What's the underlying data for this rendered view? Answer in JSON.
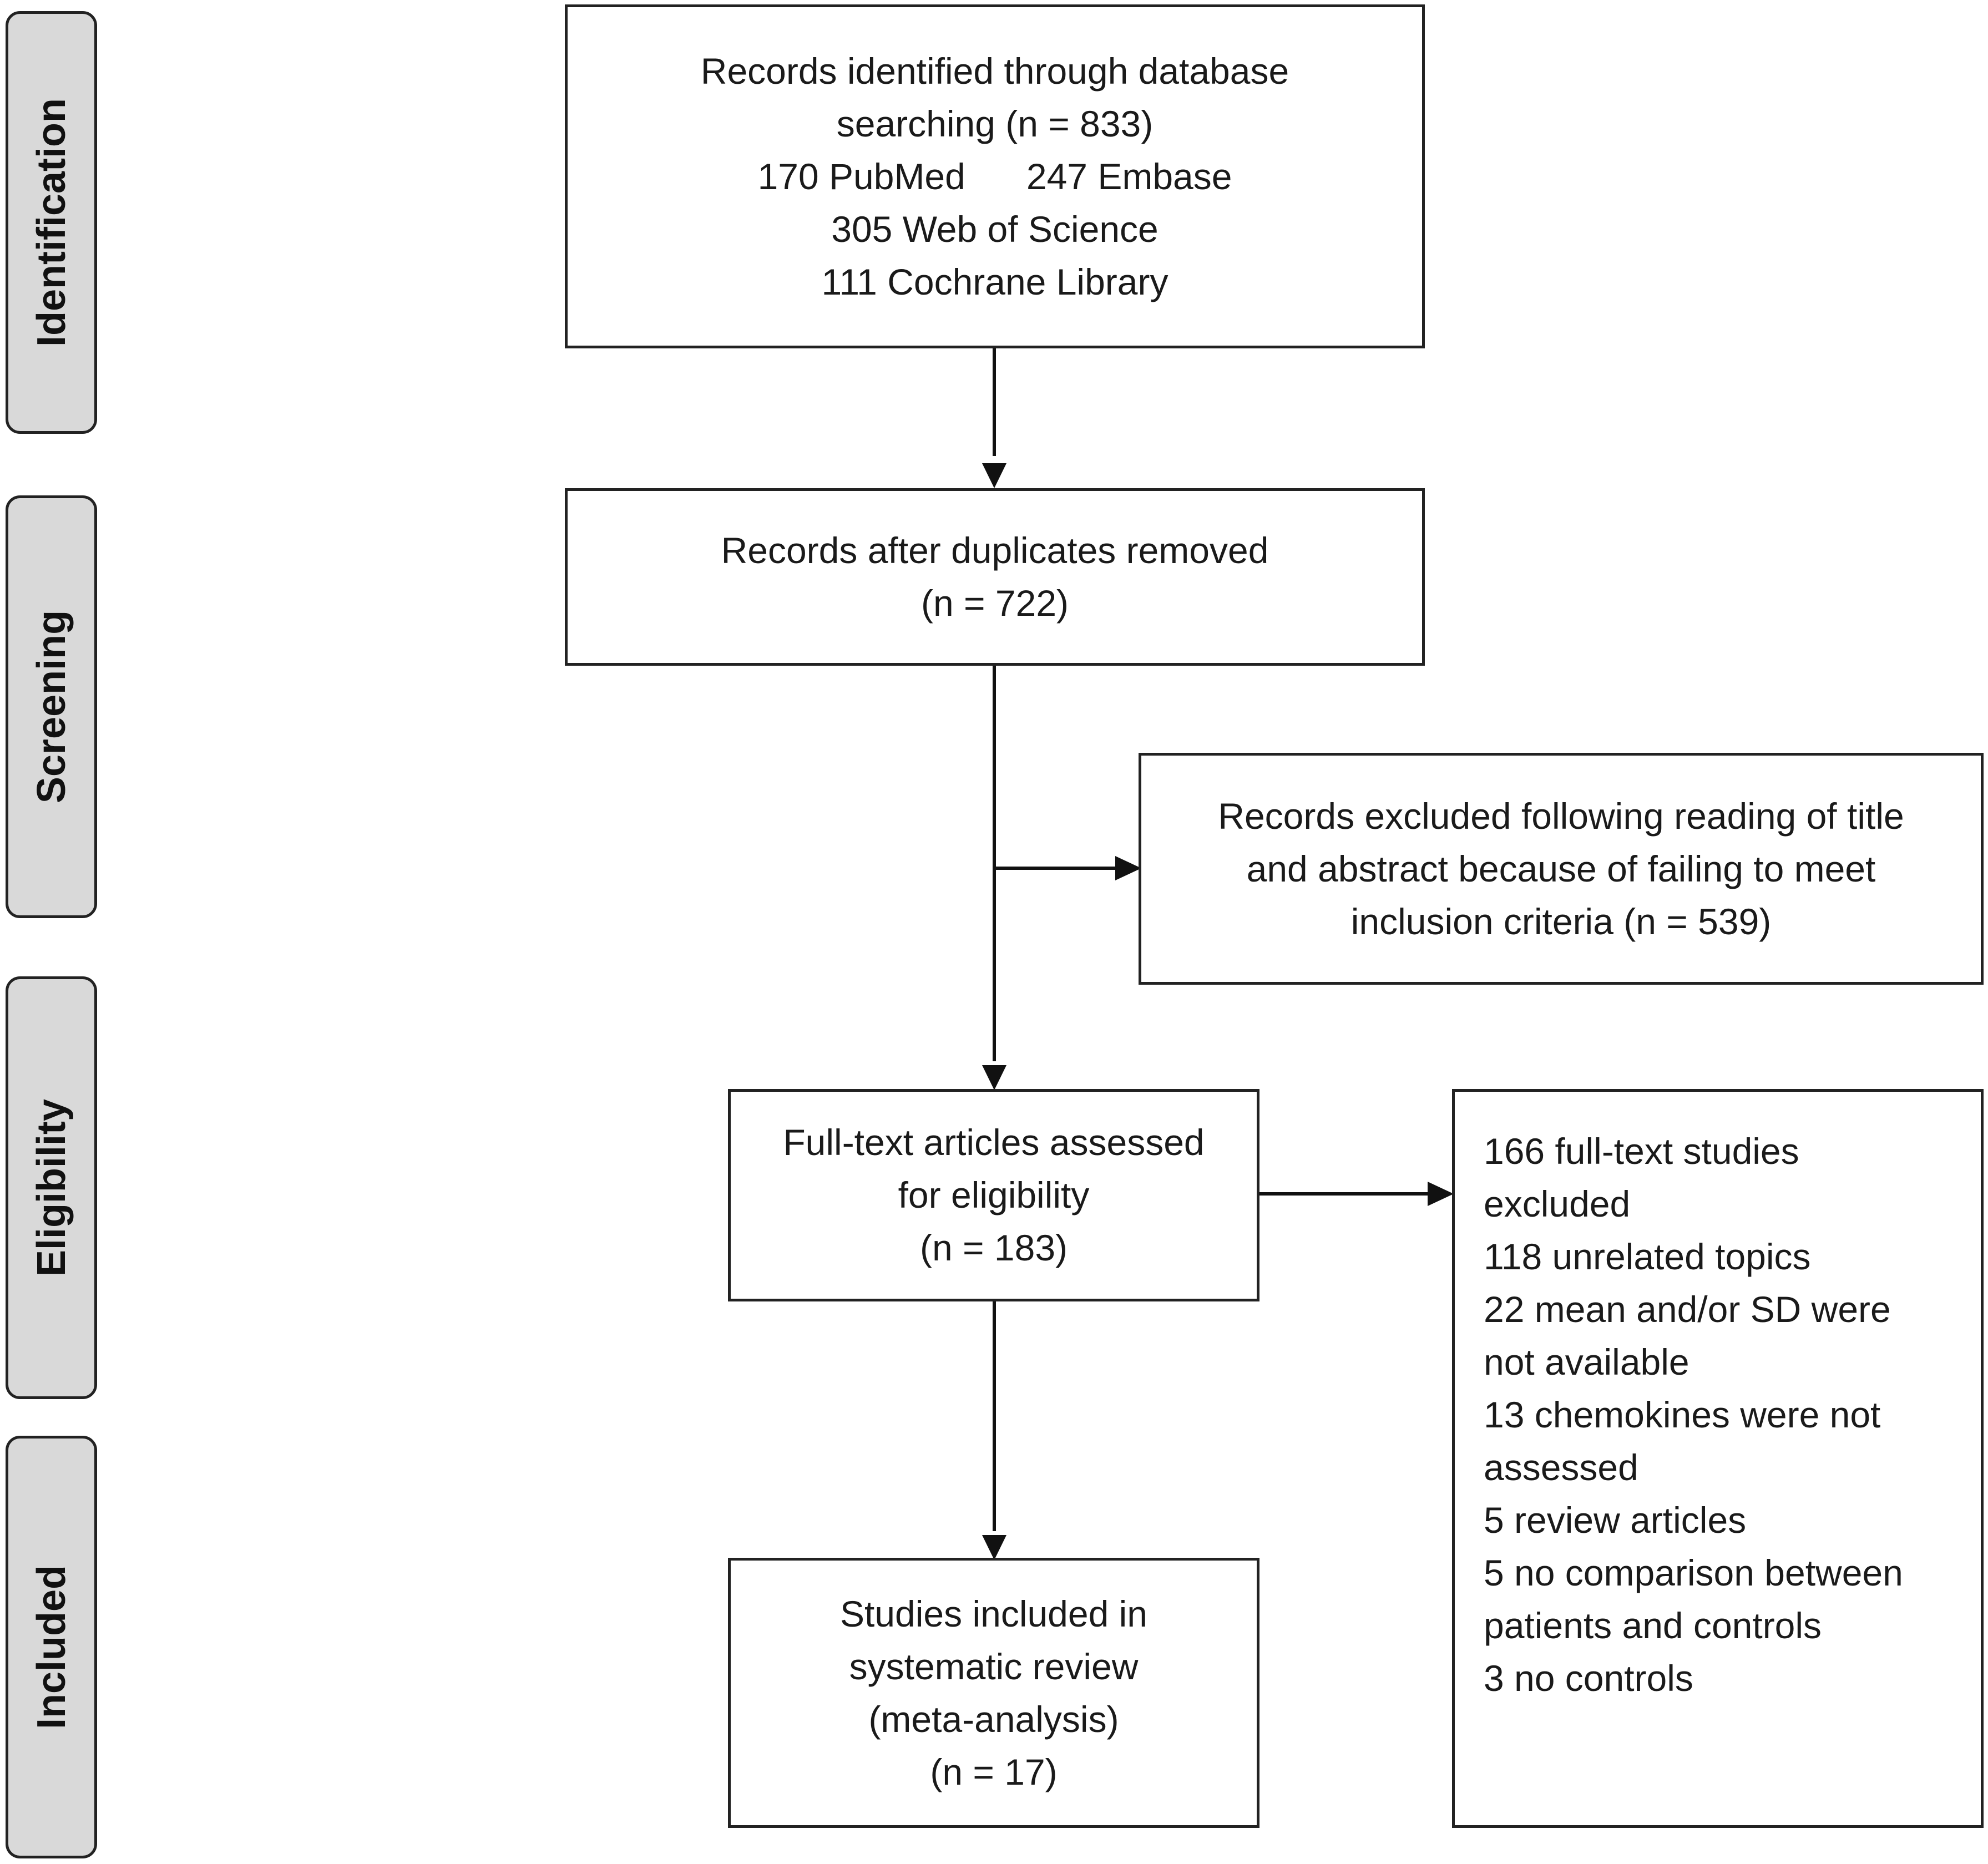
{
  "stages": {
    "identification": "Identification",
    "screening": "Screening",
    "eligibility": "Eligibility",
    "included": "Included"
  },
  "boxes": {
    "identified": {
      "lines": [
        "Records identified through database",
        "searching (n = 833)",
        "170 PubMed      247 Embase",
        "305 Web of Science",
        "111 Cochrane Library"
      ]
    },
    "after_duplicates": {
      "lines": [
        "Records after duplicates removed",
        "(n = 722)"
      ]
    },
    "excluded_title_abstract": {
      "lines": [
        "Records excluded following reading of title",
        "and abstract because of failing to meet",
        "inclusion criteria (n = 539)"
      ]
    },
    "full_text": {
      "lines": [
        "Full-text articles assessed",
        "for eligibility",
        "(n = 183)"
      ]
    },
    "full_text_excluded": {
      "lines": [
        "166 full-text studies",
        "excluded",
        "118 unrelated topics",
        "22 mean and/or SD were",
        "not available",
        "13 chemokines were not",
        "assessed",
        "5 review articles",
        "5 no comparison between",
        "patients and controls",
        "3 no controls"
      ]
    },
    "included": {
      "lines": [
        "Studies included in",
        "systematic review",
        "(meta-analysis)",
        "(n = 17)"
      ]
    }
  }
}
